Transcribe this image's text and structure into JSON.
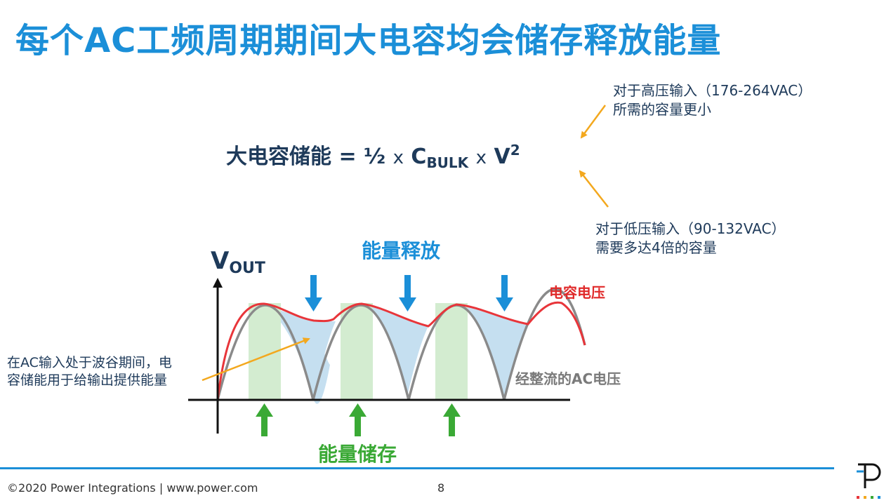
{
  "title": "每个AC工频周期期间大电容均会储存释放能量",
  "formula": {
    "lhs": "大电容储能",
    "eq": "=",
    "half": "½",
    "times": "x",
    "c": "C",
    "c_sub": "BULK",
    "v": "V",
    "v_sup": "2"
  },
  "notes": {
    "high_line1": "对于高压输入（176-264VAC）",
    "high_line2": "所需的容量更小",
    "low_line1": "对于低压输入（90-132VAC）",
    "low_line2": "需要多达4倍的容量",
    "left_line1": "在AC输入处于波谷期间，电",
    "left_line2": "容储能用于给输出提供能量"
  },
  "diagram": {
    "vout": "V",
    "vout_sub": "OUT",
    "release_label": "能量释放",
    "store_label": "能量储存",
    "cap_voltage_label": "电容电压",
    "rectified_ac_label": "经整流的AC电压",
    "colors": {
      "cap_voltage": "#e8353a",
      "rectified_ac": "#8a8a8a",
      "release_fill": "#c5dff0",
      "store_fill": "#d3ecd0",
      "release_arrow": "#1b8fd8",
      "store_arrow": "#3aa935",
      "annotation_arrow": "#f3a81e"
    }
  },
  "footer": {
    "copyright": "©2020 Power Integrations  |  www.power.com",
    "page": "8"
  }
}
